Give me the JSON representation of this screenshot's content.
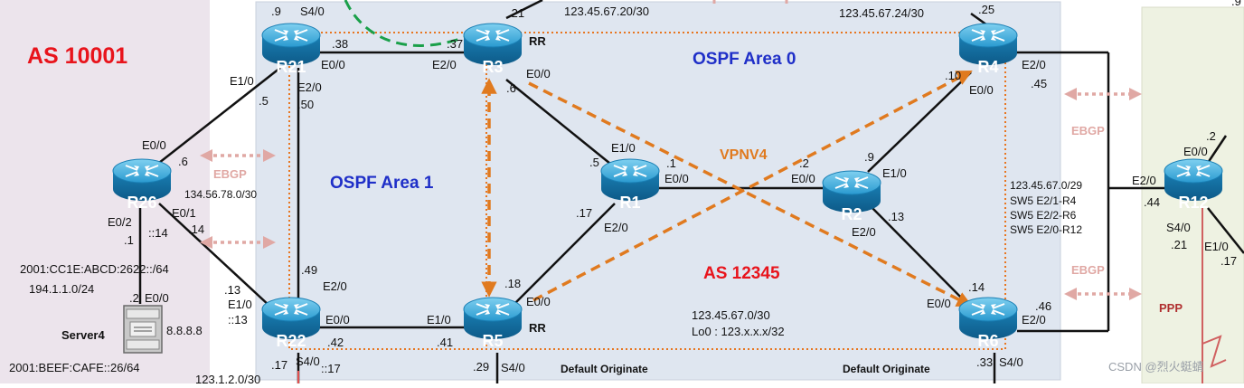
{
  "areas": {
    "as10001": "AS 10001",
    "as12345": "AS 12345",
    "ospf_area0": "OSPF Area 0",
    "ospf_area1": "OSPF Area 1",
    "vpnv4": "VPNV4"
  },
  "routers": {
    "r21": "R21",
    "r3": "R3",
    "r4": "R4",
    "r26": "R26",
    "r1": "R1",
    "r2": "R2",
    "r12": "R12",
    "r22": "R22",
    "r5": "R5",
    "r6": "R6"
  },
  "rr_labels": {
    "r3": "RR",
    "r5": "RR"
  },
  "server": {
    "name": "Server4",
    "ip": "8.8.8.8"
  },
  "protocols": {
    "ebgp": "EBGP",
    "ppp": "PPP"
  },
  "subnets": {
    "top_r3": "123.45.67.20/30",
    "top_r4": "123.45.67.24/30",
    "r26_link": "134.56.78.0/30",
    "ipv6_server": "2001:CC1E:ABCD:2622::/64",
    "ipv4_server": "194.1.1.0/24",
    "server_v6": "2001:BEEF:CAFE::26/64",
    "bottom_left": "123.1.2.0/30",
    "r22_r5": "123.45.67.0/30",
    "loopback": "Lo0 : 123.x.x.x/32",
    "sw_net": "123.45.67.0/29",
    "sw1": "SW5 E2/1-R4",
    "sw2": "SW5 E2/2-R6",
    "sw3": "SW5 E2/0-R12"
  },
  "default_originate": "Default Originate",
  "watermark": "CSDN @烈火蜓蜻",
  "interfaces": {
    "r21_s40": "S4/0",
    "r21_e00": "E0/0",
    "r21_e10": "E1/0",
    "r21_e20": "E2/0",
    "r3_e20": "E2/0",
    "r3_e00": "E0/0",
    "r4_e20": "E2/0",
    "r4_e00": "E0/0",
    "r26_e00": "E0/0",
    "r26_e02": "E0/2",
    "r26_e01": "E0/1",
    "r1_e10": "E1/0",
    "r1_e00": "E0/0",
    "r1_e20": "E2/0",
    "r2_e00": "E0/0",
    "r2_e10": "E1/0",
    "r2_e20": "E2/0",
    "r12_e00": "E0/0",
    "r12_e20": "E2/0",
    "r12_s40": "S4/0",
    "r12_e10": "E1/0",
    "r22_e20": "E2/0",
    "r22_e10": "E1/0",
    "r22_e00": "E0/0",
    "r22_s40": "S4/0",
    "r5_e10": "E1/0",
    "r5_e00": "E0/0",
    "r5_s40": "S4/0",
    "r6_e00": "E0/0",
    "r6_e20": "E2/0",
    "r6_s40": "S4/0",
    "srv_e00": "E0/0"
  },
  "addr": {
    "r21_9": ".9",
    "r21_38": ".38",
    "r21_5": ".5",
    "r21_50": ".50",
    "r3_21": ".21",
    "r3_37": ".37",
    "r3_6": ".6",
    "r4_25": ".25",
    "r4_10": ".10",
    "r4_45": ".45",
    "r26_6": ".6",
    "r26_1": ".1",
    "r26_c14": "::14",
    "r26_14": ".14",
    "r1_5": ".5",
    "r1_1": ".1",
    "r1_17": ".17",
    "r2_2": ".2",
    "r2_9": ".9",
    "r2_13": ".13",
    "r12_2": ".2",
    "r12_44": ".44",
    "r12_21": ".21",
    "r12_17": ".17",
    "r12_9": ".9",
    "r22_49": ".49",
    "r22_13": ".13",
    "r22_c13": "::13",
    "r22_42": ".42",
    "r22_17": ".17",
    "r22_c17": "::17",
    "r5_41": ".41",
    "r5_18": ".18",
    "r5_29": ".29",
    "r6_14": ".14",
    "r6_46": ".46",
    "r6_33": ".33",
    "srv_2": ".2"
  },
  "colors": {
    "as_label": "#e8141c",
    "area_label": "#1f2fc8",
    "ebgp": "#e0a8a4",
    "vpnv4": "#e07a1f",
    "router_body": "#1e8fc4",
    "ospf_box": "#e8751f"
  }
}
